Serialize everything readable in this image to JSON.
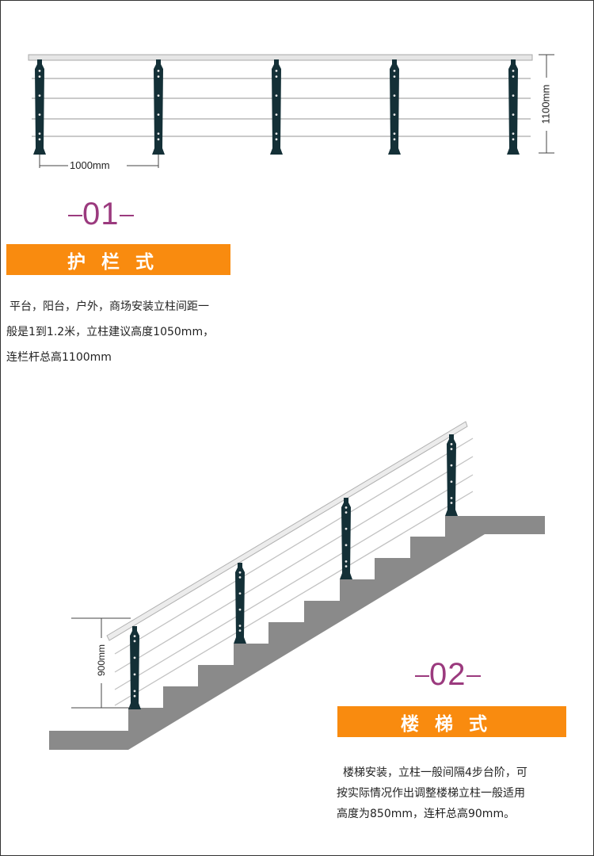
{
  "section1": {
    "number": "01",
    "title": "护栏式",
    "spacing_label": "1000mm",
    "height_label": "1100mm",
    "description": [
      "平台，阳台，户外，商场安装立柱间距一",
      "般是1到1.2米，立柱建议高度1050mm，",
      "连栏杆总高1100mm"
    ]
  },
  "section2": {
    "number": "02",
    "title": "楼梯式",
    "height_label": "900mm",
    "description": [
      "楼梯安装，立柱一般间隔4步台阶，可",
      "按实际情况作出调整楼梯立柱一般适用",
      "高度为850mm，连杆总高90mm。"
    ]
  },
  "colors": {
    "accent_orange": "#f98b0f",
    "number_purple": "#9b3a7e",
    "post_dark": "#143037",
    "stair_gray": "#8a8a8a"
  }
}
